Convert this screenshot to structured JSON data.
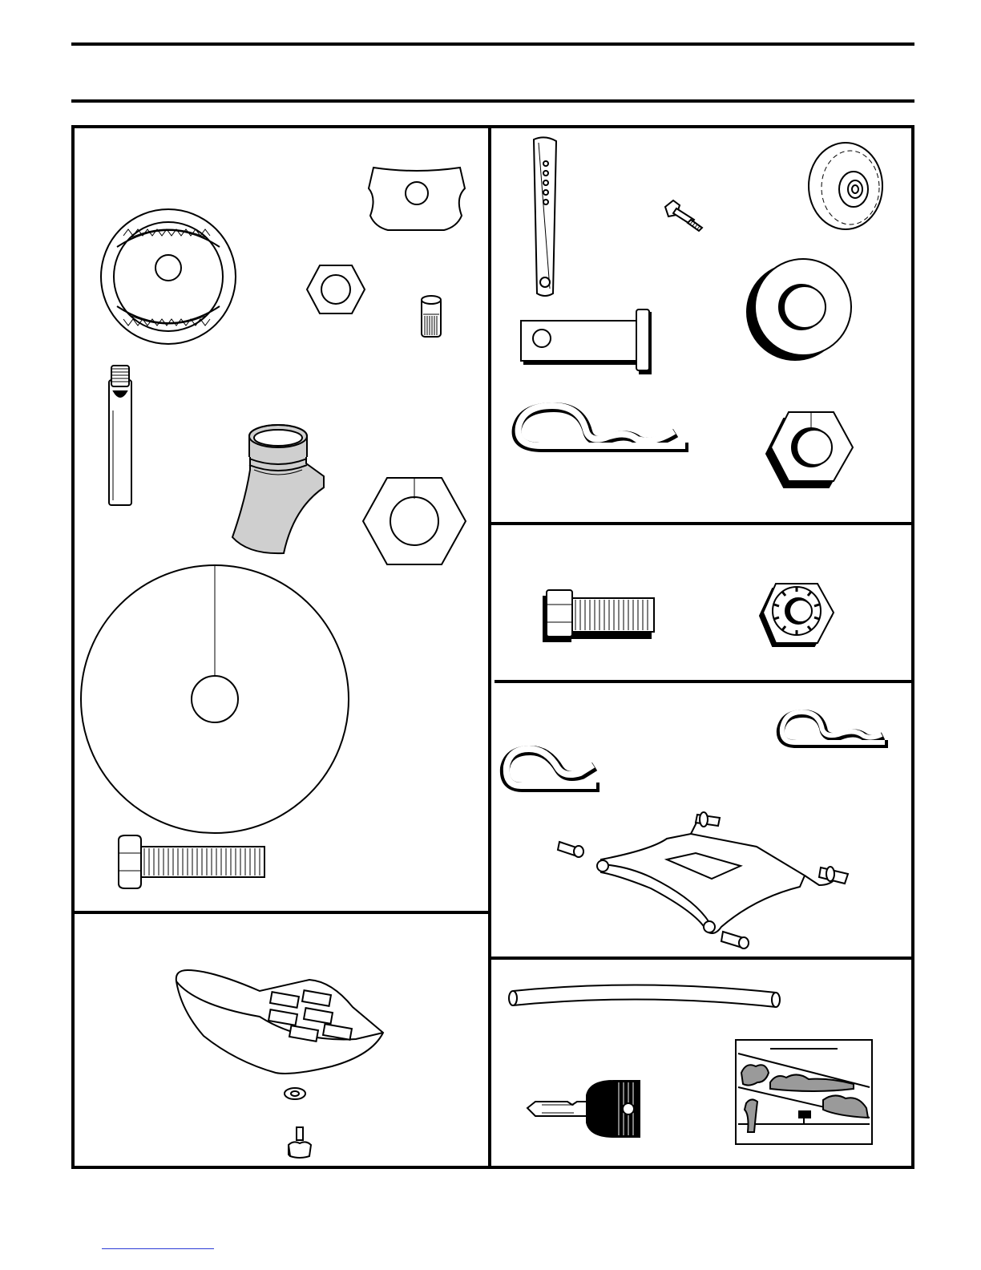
{
  "page": {
    "header_title": "",
    "footer_link": ""
  },
  "colors": {
    "line": "#000000",
    "fill_gray": "#cfcfcf",
    "link_underline": "#2b3bd6"
  },
  "panels": [
    {
      "id": "steering-parts",
      "icons": [
        "steering-wheel-icon",
        "steering-adapter-icon",
        "hex-nut-icon",
        "bushing-icon",
        "steering-shaft-icon",
        "steering-boot-icon",
        "large-hex-nut-icon",
        "wheel-cover-disc-icon",
        "hex-bolt-icon"
      ]
    },
    {
      "id": "seat-parts",
      "icons": [
        "seat-icon",
        "washer-icon",
        "wing-knob-icon"
      ]
    },
    {
      "id": "hitch-parts",
      "icons": [
        "adjustment-link-icon",
        "shoulder-bolt-icon",
        "gauge-wheel-icon",
        "clevis-pin-icon",
        "flat-washer-icon",
        "hairpin-clip-icon",
        "hex-nut-icon"
      ]
    },
    {
      "id": "hardware-parts",
      "icons": [
        "hex-bolt-icon",
        "castle-nut-icon"
      ]
    },
    {
      "id": "bracket-parts",
      "icons": [
        "small-hairpin-clip-icon",
        "hairpin-clip-icon",
        "mower-bracket-icon",
        "shoulder-pin-icon"
      ]
    },
    {
      "id": "misc-parts",
      "icons": [
        "hose-icon",
        "ignition-key-icon",
        "slope-guide-icon"
      ]
    }
  ]
}
